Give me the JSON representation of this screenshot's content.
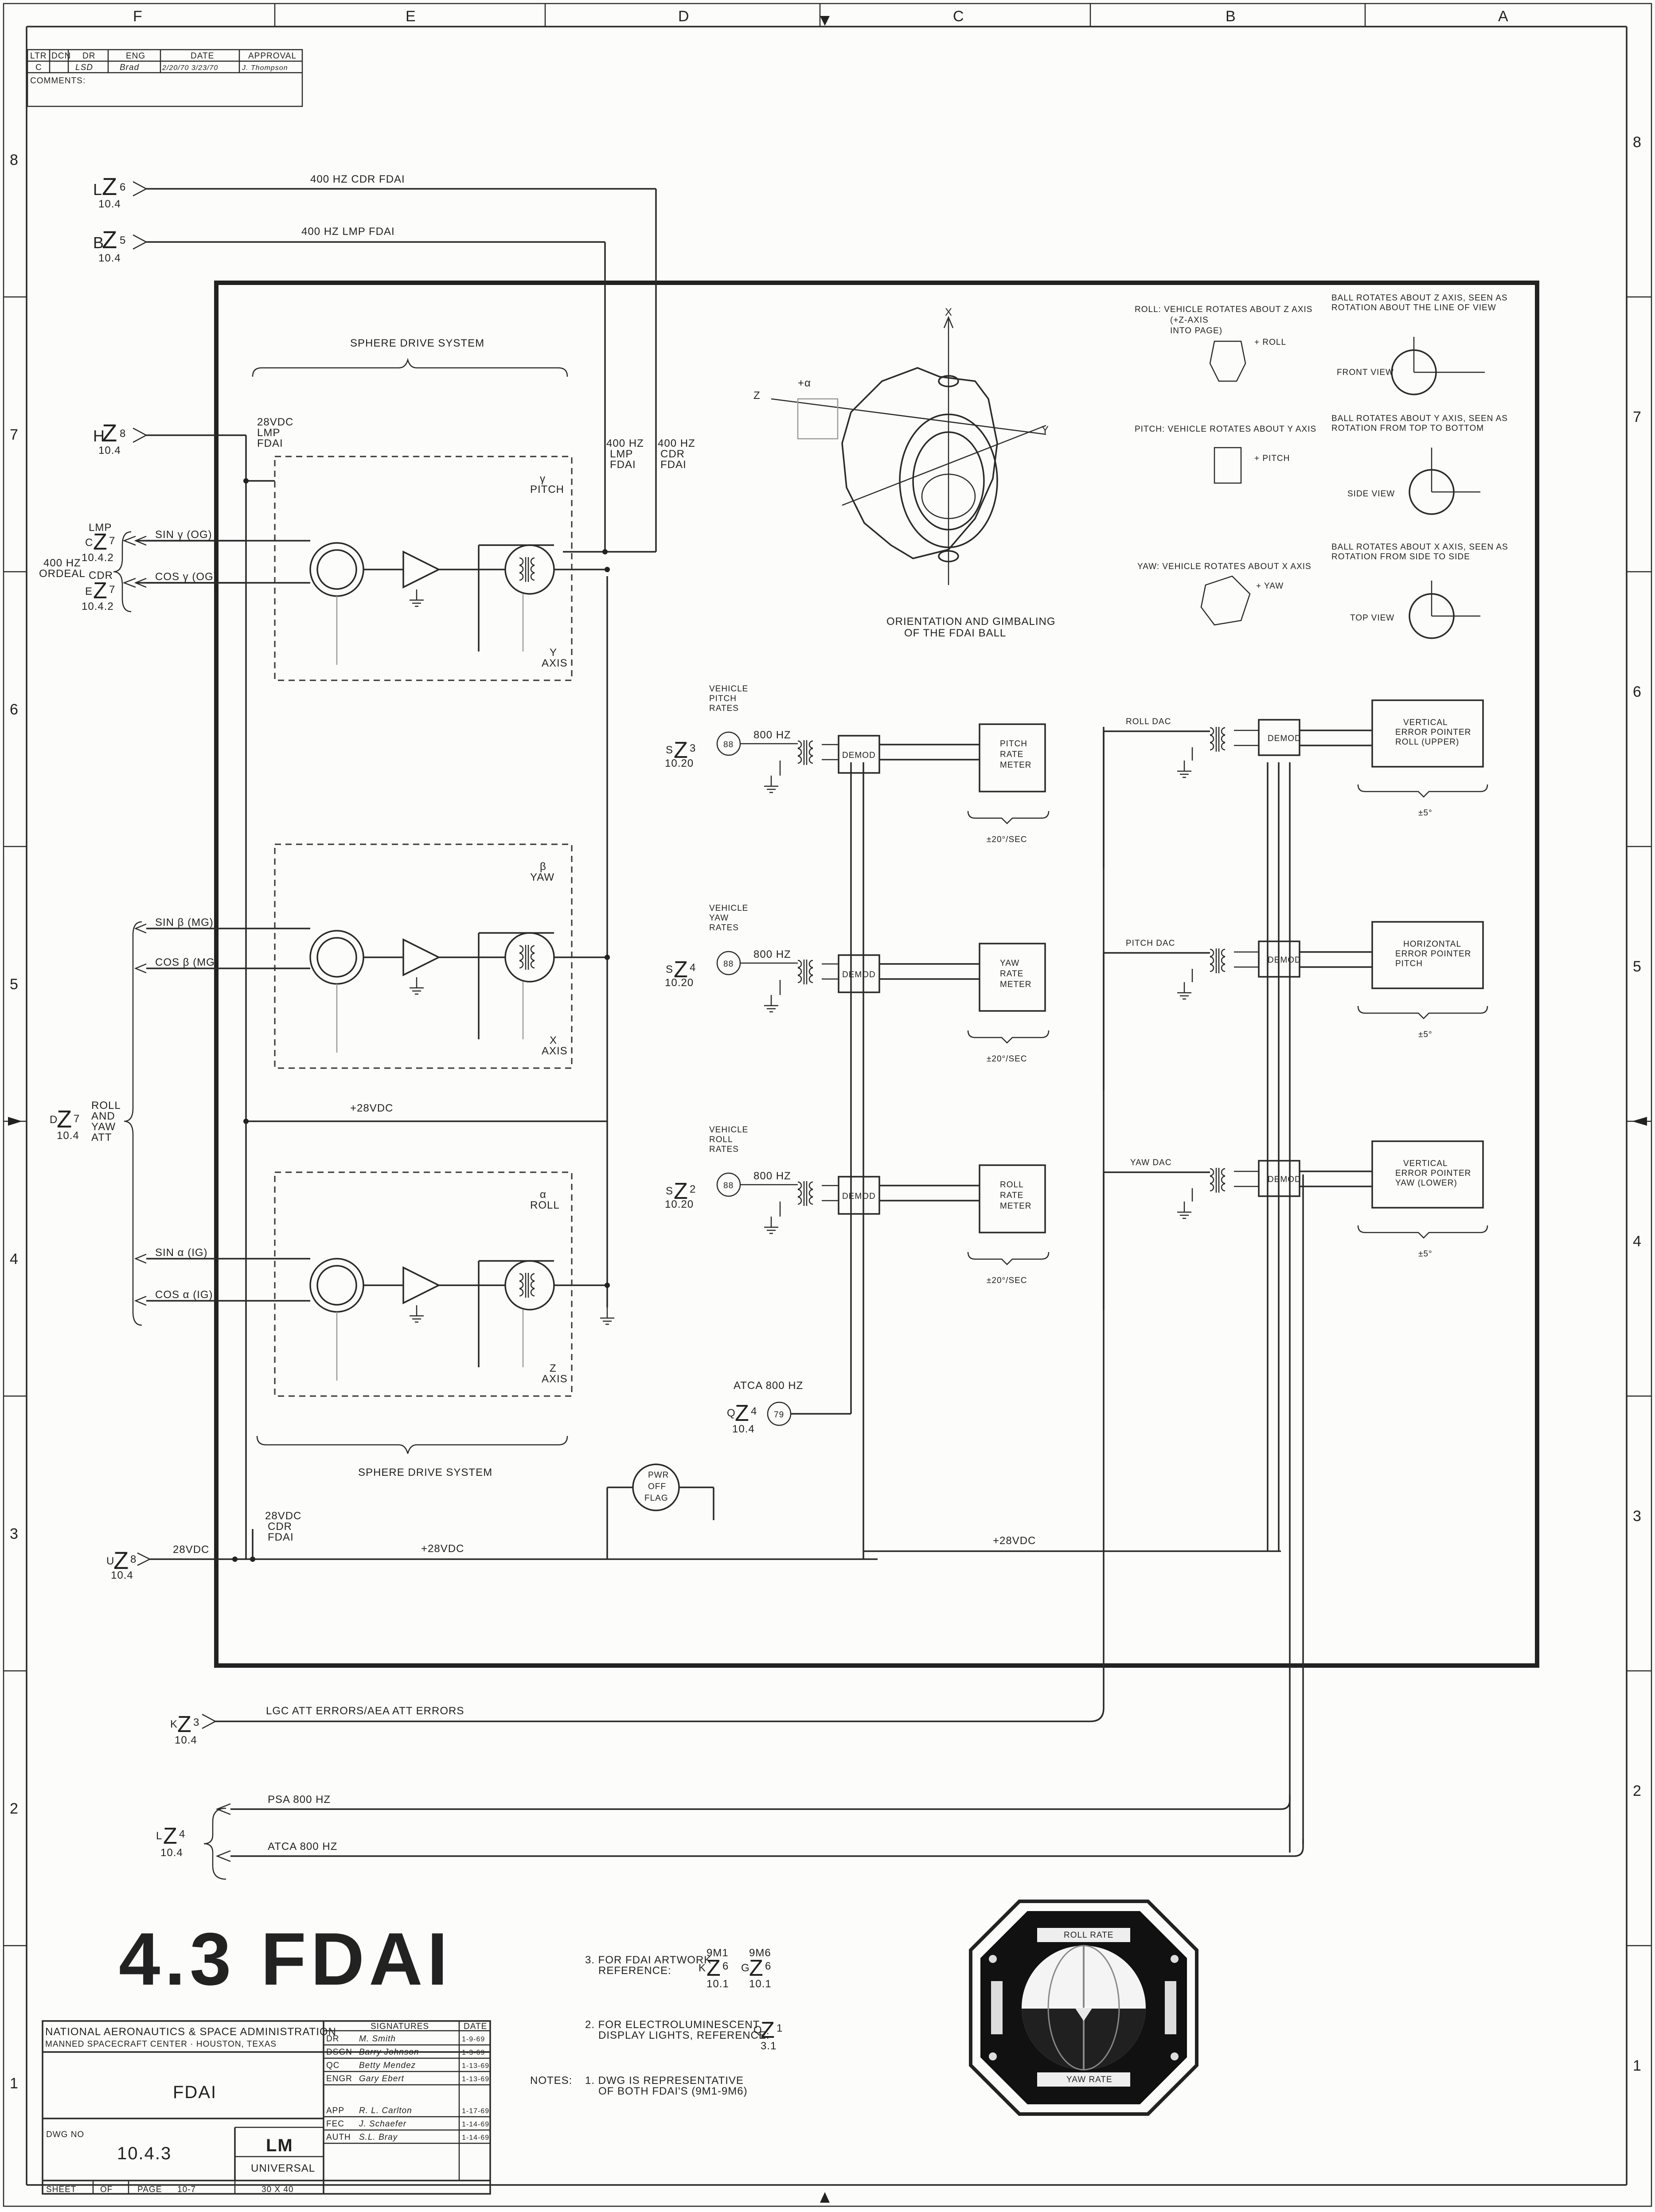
{
  "zones": {
    "columns": [
      "F",
      "E",
      "D",
      "C",
      "B",
      "A"
    ],
    "rows": [
      "8",
      "7",
      "6",
      "5",
      "4",
      "3",
      "2",
      "1"
    ]
  },
  "revision_block": {
    "headers": [
      "LTR",
      "DCN",
      "DR",
      "ENG",
      "DATE",
      "APPROVAL"
    ],
    "row": [
      "C",
      "",
      "LSD",
      "Brad",
      "2/20/70 3/23/70",
      "J. Thompson"
    ],
    "comments_label": "COMMENTS:"
  },
  "connectors": {
    "l_z6": {
      "name": "L",
      "pin": "6",
      "ref": "10.4",
      "signal": "400 HZ CDR FDAI"
    },
    "b_z5": {
      "name": "B",
      "pin": "5",
      "ref": "10.4",
      "signal": "400 HZ LMP FDAI"
    },
    "h_z8": {
      "name": "H",
      "pin": "8",
      "ref": "10.4"
    },
    "c_z7": {
      "name": "C",
      "pin": "7",
      "ref": "10.4.2"
    },
    "e_z7": {
      "name": "E",
      "pin": "7",
      "ref": "10.4.2"
    },
    "d_z7": {
      "name": "D",
      "pin": "7",
      "ref": "10.4"
    },
    "u_z8": {
      "name": "U",
      "pin": "8",
      "ref": "10.4"
    },
    "s_z3": {
      "name": "S",
      "pin": "3",
      "ref": "10.20"
    },
    "s_z4": {
      "name": "S",
      "pin": "4",
      "ref": "10.20"
    },
    "s_z2": {
      "name": "S",
      "pin": "2",
      "ref": "10.20"
    },
    "q_z4": {
      "name": "Q",
      "pin": "4",
      "ref": "10.4"
    },
    "k_z3": {
      "name": "K",
      "pin": "3",
      "ref": "10.4"
    },
    "l_z4": {
      "name": "L",
      "pin": "4",
      "ref": "10.4"
    }
  },
  "labels": {
    "lmp": "LMP",
    "orderal": [
      "400 HZ",
      "ORDEAL"
    ],
    "cdr": "CDR",
    "roll_yaw_att": [
      "ROLL",
      "AND",
      "YAW",
      "ATT"
    ],
    "lmp_28": [
      "28VDC",
      "LMP",
      "FDAI"
    ],
    "lmp_400": [
      "400 HZ",
      "LMP",
      "FDAI"
    ],
    "cdr_400": [
      "400 HZ",
      "CDR",
      "FDAI"
    ],
    "cdr_28": [
      "28VDC",
      "CDR",
      "FDAI"
    ],
    "vdc_28": "28VDC",
    "plus_28vdc": "+28VDC",
    "sphere_drive": "SPHERE DRIVE SYSTEM",
    "lgc_errors": "LGC ATT ERRORS/AEA ATT ERRORS",
    "psa": "PSA 800 HZ",
    "atca_800": "ATCA 800 HZ",
    "pwr_off_flag": [
      "PWR",
      "OFF",
      "FLAG"
    ]
  },
  "resolvers": [
    {
      "sin": "SIN γ (OG)",
      "cos": "COS γ (OG)",
      "angle": "γ",
      "name": "PITCH",
      "axis": [
        "Y",
        "AXIS"
      ]
    },
    {
      "sin": "SIN β (MG)",
      "cos": "COS β (MG)",
      "angle": "β",
      "name": "YAW",
      "axis": [
        "X",
        "AXIS"
      ]
    },
    {
      "sin": "SIN α (IG)",
      "cos": "COS α (IG)",
      "angle": "α",
      "name": "ROLL",
      "axis": [
        "Z",
        "AXIS"
      ]
    }
  ],
  "rate_channels": [
    {
      "source": [
        "VEHICLE",
        "PITCH",
        "RATES"
      ],
      "pin": "88",
      "freq": "800 HZ",
      "demod": "DEMOD",
      "meter": [
        "PITCH",
        "RATE",
        "METER"
      ],
      "range": "±20°/SEC"
    },
    {
      "source": [
        "VEHICLE",
        "YAW",
        "RATES"
      ],
      "pin": "88",
      "freq": "800 HZ",
      "demod": "DEMOD",
      "meter": [
        "YAW",
        "RATE",
        "METER"
      ],
      "range": "±20°/SEC"
    },
    {
      "source": [
        "VEHICLE",
        "ROLL",
        "RATES"
      ],
      "pin": "88",
      "freq": "800 HZ",
      "demod": "DEMOD",
      "meter": [
        "ROLL",
        "RATE",
        "METER"
      ],
      "range": "±20°/SEC"
    }
  ],
  "atca_pin": "79",
  "error_channels": [
    {
      "dac": "ROLL DAC",
      "demod": "DEMOD",
      "pointer": [
        "VERTICAL",
        "ERROR POINTER",
        "ROLL (UPPER)"
      ],
      "range": "±5°"
    },
    {
      "dac": "PITCH DAC",
      "demod": "DEMOD",
      "pointer": [
        "HORIZONTAL",
        "ERROR POINTER",
        "PITCH"
      ],
      "range": "±5°"
    },
    {
      "dac": "YAW DAC",
      "demod": "DEMOD",
      "pointer": [
        "VERTICAL",
        "ERROR POINTER",
        "YAW (LOWER)"
      ],
      "range": "±5°"
    }
  ],
  "orientation": {
    "caption": [
      "ORIENTATION AND GIMBALING",
      "OF THE FDAI BALL"
    ],
    "roll": [
      "ROLL: VEHICLE ROTATES ABOUT Z AXIS",
      "(+Z-AXIS",
      "INTO PAGE)"
    ],
    "pitch": "PITCH: VEHICLE ROTATES ABOUT Y AXIS",
    "yaw": "YAW: VEHICLE ROTATES ABOUT X AXIS",
    "ball_z": [
      "BALL ROTATES ABOUT Z AXIS, SEEN AS",
      "ROTATION ABOUT THE LINE OF VIEW"
    ],
    "ball_y": [
      "BALL ROTATES ABOUT Y AXIS, SEEN AS",
      "ROTATION FROM TOP TO BOTTOM"
    ],
    "ball_x": [
      "BALL ROTATES ABOUT X AXIS, SEEN AS",
      "ROTATION FROM SIDE TO SIDE"
    ],
    "front_view": "FRONT VIEW",
    "side_view": "SIDE VIEW",
    "top_view": "TOP VIEW",
    "plus_roll": "+ ROLL",
    "plus_pitch": "+ PITCH",
    "plus_yaw": "+ YAW"
  },
  "big_title": "4.3 FDAI",
  "notes": {
    "label": "NOTES:",
    "n3": [
      "3. FOR FDAI ARTWORK",
      "REFERENCE:"
    ],
    "n3_refs": [
      {
        "top": "9M1",
        "name": "K",
        "pin": "6",
        "ref": "10.1"
      },
      {
        "top": "9M6",
        "name": "G",
        "pin": "6",
        "ref": "10.1"
      }
    ],
    "n2": [
      "2. FOR ELECTROLUMINESCENT",
      "DISPLAY LIGHTS, REFERENCE:"
    ],
    "n2_ref": {
      "name": "Q",
      "pin": "1",
      "ref": "3.1"
    },
    "n1": [
      "1. DWG IS REPRESENTATIVE",
      "OF BOTH FDAI'S (9M1-9M6)"
    ]
  },
  "title_block": {
    "agency": "NATIONAL AERONAUTICS & SPACE ADMINISTRATION",
    "center": "MANNED SPACECRAFT CENTER  ·  HOUSTON, TEXAS",
    "title": "FDAI",
    "signatures_header": "SIGNATURES",
    "date_header": "DATE",
    "signatures": [
      {
        "role": "DR",
        "name": "M. Smith",
        "date": "1-9-69"
      },
      {
        "role": "DSGN",
        "name": "Barry Johnson",
        "date": "1-3-69"
      },
      {
        "role": "QC",
        "name": "Betty Mendez",
        "date": "1-13-69"
      },
      {
        "role": "ENGR",
        "name": "Gary Ebert",
        "date": "1-13-69"
      },
      {
        "role": "APP",
        "name": "R. L. Carlton",
        "date": "1-17-69"
      },
      {
        "role": "FEC",
        "name": "J. Schaefer",
        "date": "1-14-69"
      },
      {
        "role": "AUTH",
        "name": "S.L. Bray",
        "date": "1-14-69"
      }
    ],
    "dwg_no_label": "DWG NO",
    "dwg_no": "10.4.3",
    "vehicle": "LM",
    "universal": "UNIVERSAL",
    "sheet_label": "SHEET",
    "of_label": "OF",
    "page_label": "PAGE",
    "page": "10-7",
    "size": "30 X 40"
  },
  "indicator": {
    "top": "ROLL RATE",
    "bottom": "YAW RATE"
  }
}
